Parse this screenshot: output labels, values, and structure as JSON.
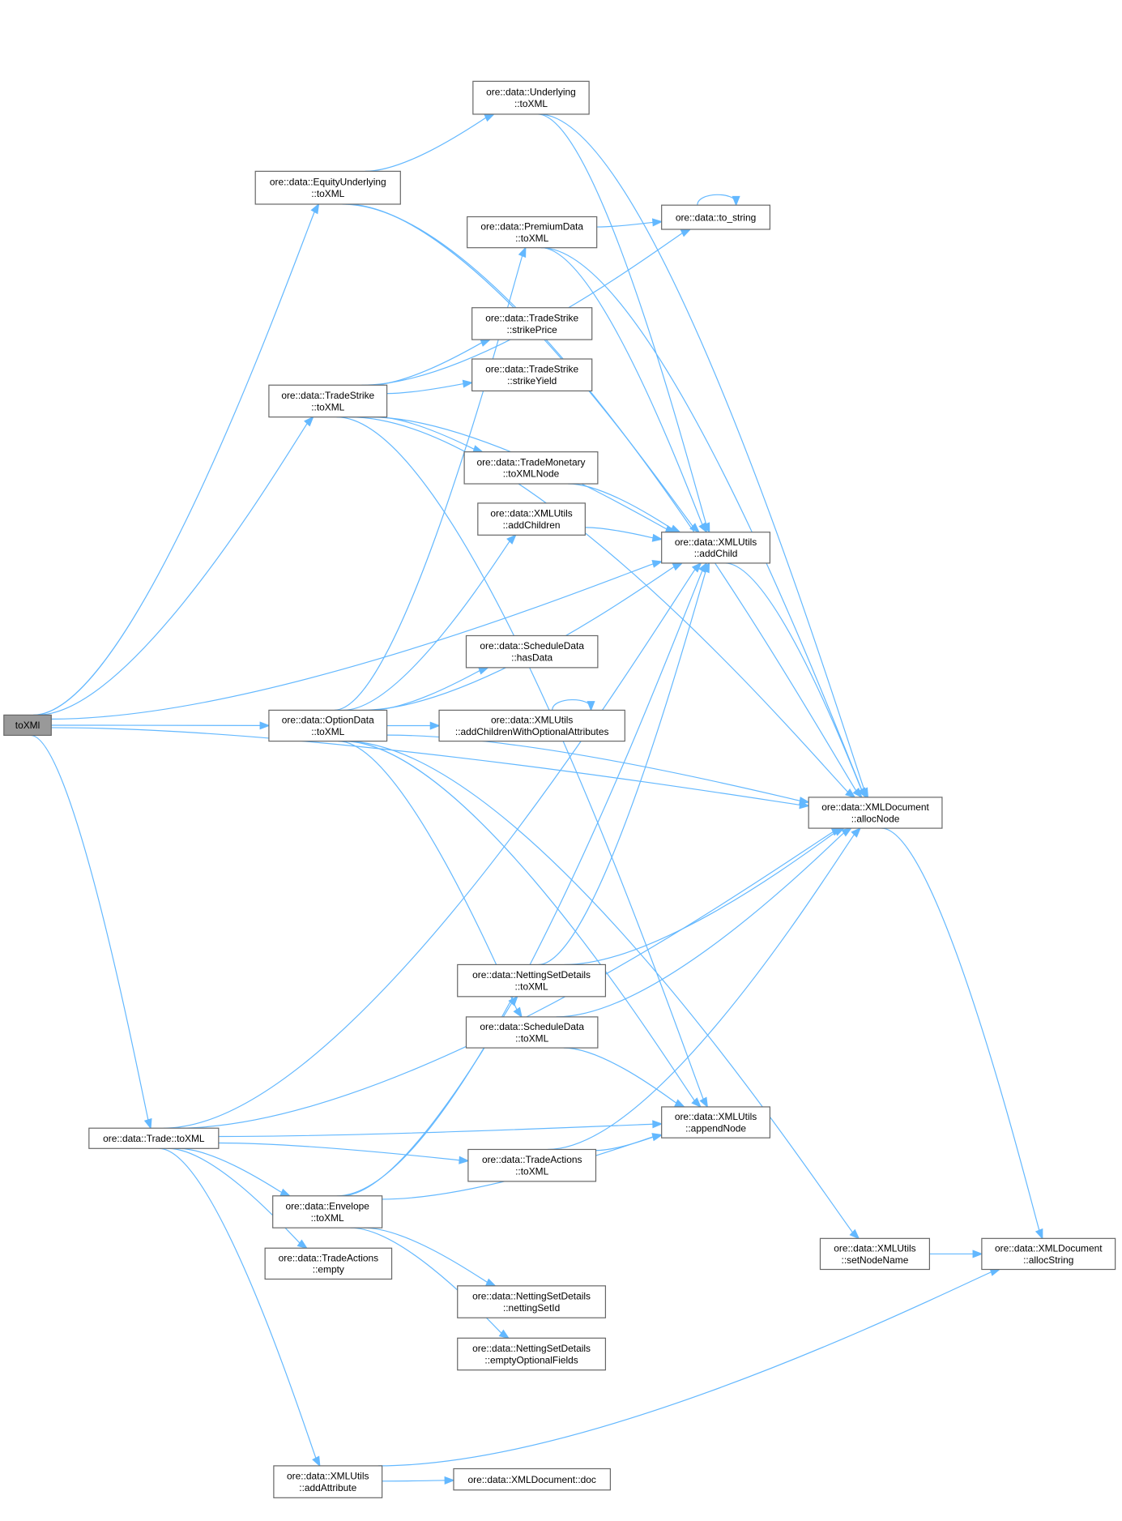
{
  "title": "toXML call graph",
  "colors": {
    "edge": "#63b8ff",
    "root_fill": "#999999",
    "node_border": "#666666"
  },
  "nodes": [
    {
      "id": "root",
      "lines": [
        "toXMl"
      ],
      "root": true
    },
    {
      "id": "equ",
      "lines": [
        "ore::data::EquityUnderlying",
        "::toXML"
      ]
    },
    {
      "id": "und",
      "lines": [
        "ore::data::Underlying",
        "::toXML"
      ]
    },
    {
      "id": "prem",
      "lines": [
        "ore::data::PremiumData",
        "::toXML"
      ]
    },
    {
      "id": "tostr",
      "lines": [
        "ore::data::to_string"
      ]
    },
    {
      "id": "sprice",
      "lines": [
        "ore::data::TradeStrike",
        "::strikePrice"
      ]
    },
    {
      "id": "syield",
      "lines": [
        "ore::data::TradeStrike",
        "::strikeYield"
      ]
    },
    {
      "id": "ts",
      "lines": [
        "ore::data::TradeStrike",
        "::toXML"
      ]
    },
    {
      "id": "tm",
      "lines": [
        "ore::data::TradeMonetary",
        "::toXMLNode"
      ]
    },
    {
      "id": "addch",
      "lines": [
        "ore::data::XMLUtils",
        "::addChildren"
      ]
    },
    {
      "id": "addc",
      "lines": [
        "ore::data::XMLUtils",
        "::addChild"
      ]
    },
    {
      "id": "hasd",
      "lines": [
        "ore::data::ScheduleData",
        "::hasData"
      ]
    },
    {
      "id": "acwoa",
      "lines": [
        "ore::data::XMLUtils",
        "::addChildrenWithOptionalAttributes"
      ]
    },
    {
      "id": "opt",
      "lines": [
        "ore::data::OptionData",
        "::toXML"
      ]
    },
    {
      "id": "alnode",
      "lines": [
        "ore::data::XMLDocument",
        "::allocNode"
      ]
    },
    {
      "id": "nsd",
      "lines": [
        "ore::data::NettingSetDetails",
        "::toXML"
      ]
    },
    {
      "id": "sched",
      "lines": [
        "ore::data::ScheduleData",
        "::toXML"
      ]
    },
    {
      "id": "trade",
      "lines": [
        "ore::data::Trade::toXML"
      ]
    },
    {
      "id": "app",
      "lines": [
        "ore::data::XMLUtils",
        "::appendNode"
      ]
    },
    {
      "id": "tact",
      "lines": [
        "ore::data::TradeActions",
        "::toXML"
      ]
    },
    {
      "id": "env",
      "lines": [
        "ore::data::Envelope",
        "::toXML"
      ]
    },
    {
      "id": "tempty",
      "lines": [
        "ore::data::TradeActions",
        "::empty"
      ]
    },
    {
      "id": "setnn",
      "lines": [
        "ore::data::XMLUtils",
        "::setNodeName"
      ]
    },
    {
      "id": "alstr",
      "lines": [
        "ore::data::XMLDocument",
        "::allocString"
      ]
    },
    {
      "id": "nsid",
      "lines": [
        "ore::data::NettingSetDetails",
        "::nettingSetId"
      ]
    },
    {
      "id": "nsempty",
      "lines": [
        "ore::data::NettingSetDetails",
        "::emptyOptionalFields"
      ]
    },
    {
      "id": "addattr",
      "lines": [
        "ore::data::XMLUtils",
        "::addAttribute"
      ]
    },
    {
      "id": "doc",
      "lines": [
        "ore::data::XMLDocument::doc"
      ]
    }
  ],
  "edges": [
    [
      "root",
      "equ"
    ],
    [
      "root",
      "ts"
    ],
    [
      "root",
      "opt"
    ],
    [
      "root",
      "trade"
    ],
    [
      "root",
      "alnode"
    ],
    [
      "root",
      "addc"
    ],
    [
      "equ",
      "und"
    ],
    [
      "equ",
      "alnode"
    ],
    [
      "equ",
      "addc"
    ],
    [
      "und",
      "alnode"
    ],
    [
      "und",
      "addc"
    ],
    [
      "ts",
      "tostr"
    ],
    [
      "ts",
      "alnode"
    ],
    [
      "ts",
      "sprice"
    ],
    [
      "ts",
      "syield"
    ],
    [
      "ts",
      "tm"
    ],
    [
      "ts",
      "addc"
    ],
    [
      "ts",
      "app"
    ],
    [
      "prem",
      "tostr"
    ],
    [
      "prem",
      "addc"
    ],
    [
      "prem",
      "alnode"
    ],
    [
      "tostr",
      "tostr"
    ],
    [
      "tm",
      "addc"
    ],
    [
      "addch",
      "addc"
    ],
    [
      "addc",
      "alnode"
    ],
    [
      "opt",
      "prem"
    ],
    [
      "opt",
      "addch"
    ],
    [
      "opt",
      "addc"
    ],
    [
      "opt",
      "hasd"
    ],
    [
      "opt",
      "acwoa"
    ],
    [
      "opt",
      "alnode"
    ],
    [
      "opt",
      "sched"
    ],
    [
      "opt",
      "app"
    ],
    [
      "opt",
      "setnn"
    ],
    [
      "acwoa",
      "acwoa"
    ],
    [
      "alnode",
      "alstr"
    ],
    [
      "nsd",
      "addc"
    ],
    [
      "nsd",
      "alnode"
    ],
    [
      "sched",
      "alnode"
    ],
    [
      "sched",
      "app"
    ],
    [
      "trade",
      "addc"
    ],
    [
      "trade",
      "alnode"
    ],
    [
      "trade",
      "app"
    ],
    [
      "trade",
      "tact"
    ],
    [
      "trade",
      "env"
    ],
    [
      "trade",
      "tempty"
    ],
    [
      "trade",
      "addattr"
    ],
    [
      "tact",
      "app"
    ],
    [
      "tact",
      "alnode"
    ],
    [
      "env",
      "nsd"
    ],
    [
      "env",
      "addc"
    ],
    [
      "env",
      "app"
    ],
    [
      "env",
      "nsid"
    ],
    [
      "env",
      "nsempty"
    ],
    [
      "setnn",
      "alstr"
    ],
    [
      "addattr",
      "doc"
    ],
    [
      "addattr",
      "alstr"
    ]
  ]
}
